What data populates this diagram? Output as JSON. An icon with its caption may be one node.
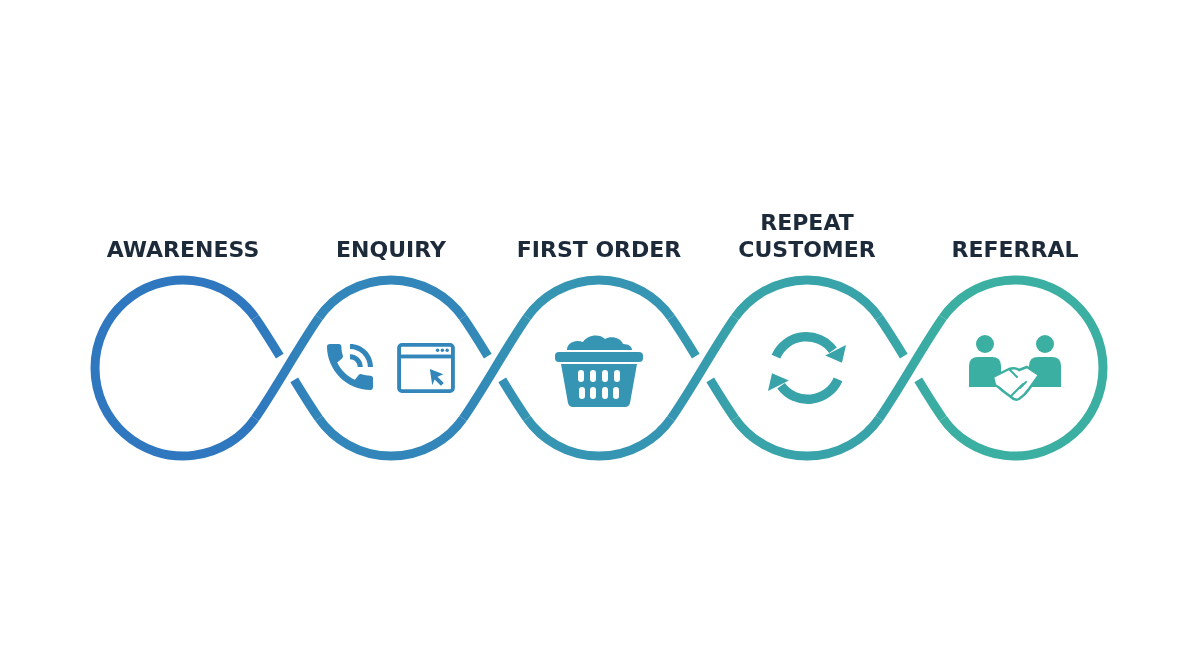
{
  "diagram": {
    "nodes": [
      {
        "text": [
          "AWARENESS"
        ]
      },
      {
        "text": [
          "ENQUIRY"
        ]
      },
      {
        "text": [
          "FIRST ORDER"
        ]
      },
      {
        "text": [
          "REPEAT CUSTOMER"
        ]
      },
      {
        "text": [
          "REFERRAL"
        ]
      }
    ],
    "edges": [
      {
        "from": 0,
        "to": 1,
        "arrow": "none"
      },
      {
        "from": 1,
        "to": 2,
        "arrow": "none"
      },
      {
        "from": 2,
        "to": 3,
        "arrow": "none"
      },
      {
        "from": 3,
        "to": 4,
        "arrow": "none"
      }
    ]
  }
}
